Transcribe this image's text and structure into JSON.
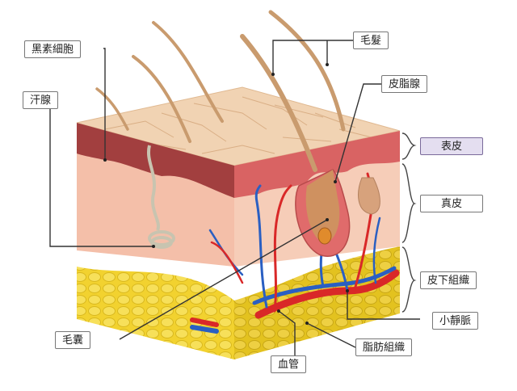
{
  "labels": {
    "melanocyte": "黑素細胞",
    "sweat_gland": "汗腺",
    "hair": "毛髮",
    "sebaceous_gland": "皮脂腺",
    "epidermis": "表皮",
    "dermis": "真皮",
    "subcutaneous": "皮下組織",
    "venule": "小靜脈",
    "adipose": "脂肪組織",
    "blood_vessel": "血管",
    "follicle": "毛囊"
  },
  "colors": {
    "epidermis_top": "#f1d3b3",
    "melanin_layer": "#9e3c3c",
    "dermis": "#f5c2b0",
    "fat": "#f2d22f",
    "artery": "#d92828",
    "vein": "#2a5fc2",
    "hair": "#c99b6e",
    "highlight": "#e4def0"
  }
}
